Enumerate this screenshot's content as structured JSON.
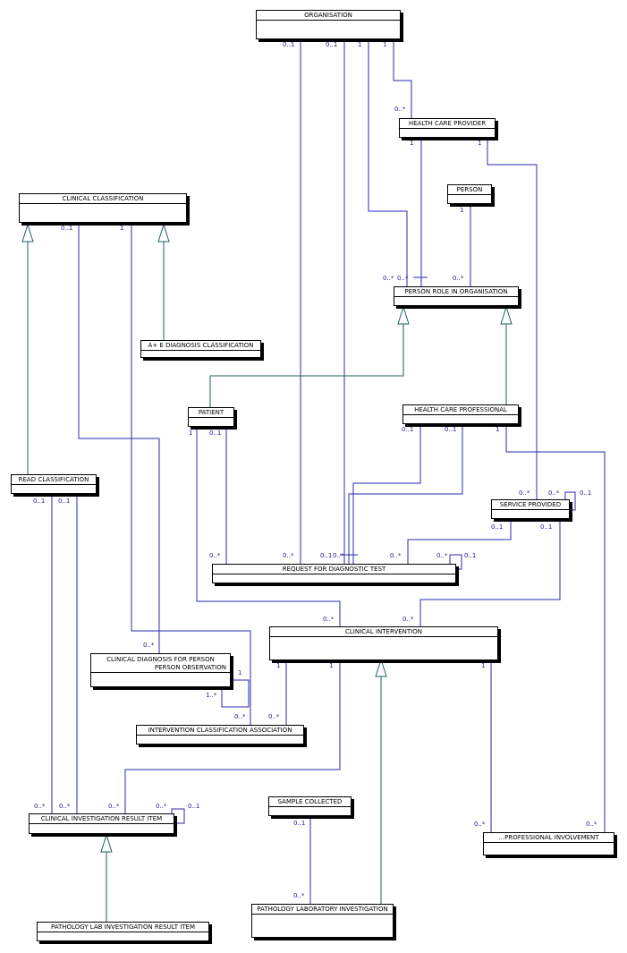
{
  "classes": {
    "organisation": "ORGANISATION",
    "health_care_provider": "HEALTH CARE PROVIDER",
    "person": "PERSON",
    "person_role": "PERSON ROLE IN ORGANISATION",
    "clinical_classification": "CLINICAL CLASSIFICATION",
    "ae_diagnosis": "A+ E DIAGNOSIS CLASSIFICATION",
    "patient": "PATIENT",
    "hcp": "HEALTH CARE PROFESSIONAL",
    "read_classification": "READ CLASSIFICATION",
    "service_provided": "SERVICE PROVIDED",
    "request": "REQUEST FOR DIAGNOSTIC TEST",
    "clinical_intervention": "CLINICAL INTERVENTION",
    "clinical_diagnosis_1": "CLINICAL DIAGNOSIS FOR PERSON",
    "clinical_diagnosis_2": "PERSON OBSERVATION",
    "intervention_assoc": "INTERVENTION CLASSIFICATION ASSOCIATION",
    "sample_collected": "SAMPLE COLLECTED",
    "cir_item": "CLINICAL INVESTIGATION RESULT ITEM",
    "professional_involvement": "...PROFESSIONAL INVOLVEMENT",
    "pathology_lab": "PATHOLOGY LABORATORY INVESTIGATION",
    "pathology_result": "PATHOLOGY LAB INVESTIGATION RESULT ITEM"
  },
  "multiplicities": {
    "m01": "0..1",
    "m02": "0..1",
    "m03": "1",
    "m04": "1",
    "m05": "0..*",
    "m06": "1",
    "m07": "1",
    "m08": "1",
    "m09": "0..*",
    "m10": "0..*",
    "m11": "0..*",
    "m12": "0..1",
    "m13": "1",
    "m14": "1",
    "m15": "0..1",
    "m16": "0..1",
    "m17": "0..1",
    "m18": "1",
    "m19": "0..1",
    "m20": "0..1",
    "m21": "0..*",
    "m22": "0..*",
    "m23": "0..1",
    "m24": "0..1",
    "m25": "0..1",
    "m26": "0..*",
    "m27": "0..*",
    "m28": "0..1",
    "m29": "0..*",
    "m30": "0..*",
    "m31": "0..*",
    "m32": "0..1",
    "m33": "0..*",
    "m34": "0..*",
    "m35": "1",
    "m36": "1",
    "m37": "1",
    "m38": "0..*",
    "m39": "1",
    "m40": "1..*",
    "m41": "0..*",
    "m42": "0..*",
    "m43": "0..1",
    "m44": "0..*",
    "m45": "0..*",
    "m46": "0..*",
    "m47": "0..*",
    "m48": "0..1",
    "m49": "0..*",
    "m50": "0..*",
    "m51": "0..*"
  },
  "colors": {
    "teal": "#1f5f5f",
    "blue": "#2a2ab0",
    "mult": "#1a1aa0"
  }
}
